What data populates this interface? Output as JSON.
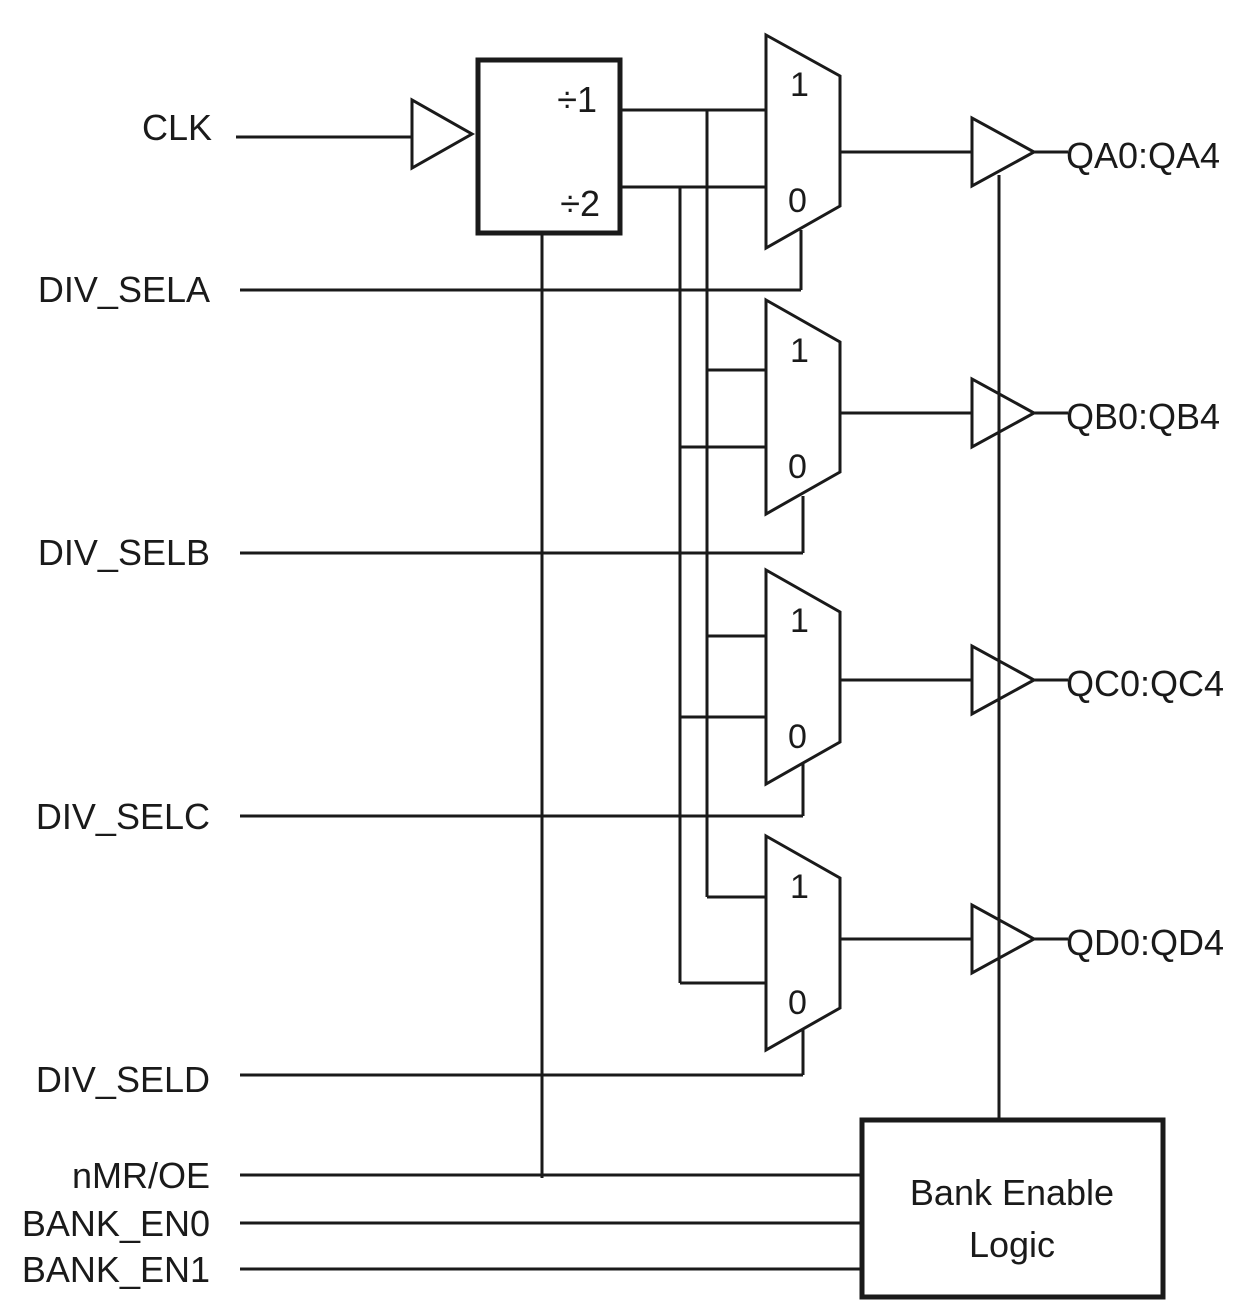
{
  "inputs": {
    "clk": "CLK",
    "div_sela": "DIV_SELA",
    "div_selb": "DIV_SELB",
    "div_selc": "DIV_SELC",
    "div_seld": "DIV_SELD",
    "nmr_oe": "nMR/OE",
    "bank_en0": "BANK_EN0",
    "bank_en1": "BANK_EN1"
  },
  "divider": {
    "div1": "÷1",
    "div2": "÷2"
  },
  "mux": {
    "in1": "1",
    "in0": "0"
  },
  "outputs": {
    "qa": "QA0:QA4",
    "qb": "QB0:QB4",
    "qc": "QC0:QC4",
    "qd": "QD0:QD4"
  },
  "bank_logic": {
    "line1": "Bank Enable",
    "line2": "Logic"
  }
}
